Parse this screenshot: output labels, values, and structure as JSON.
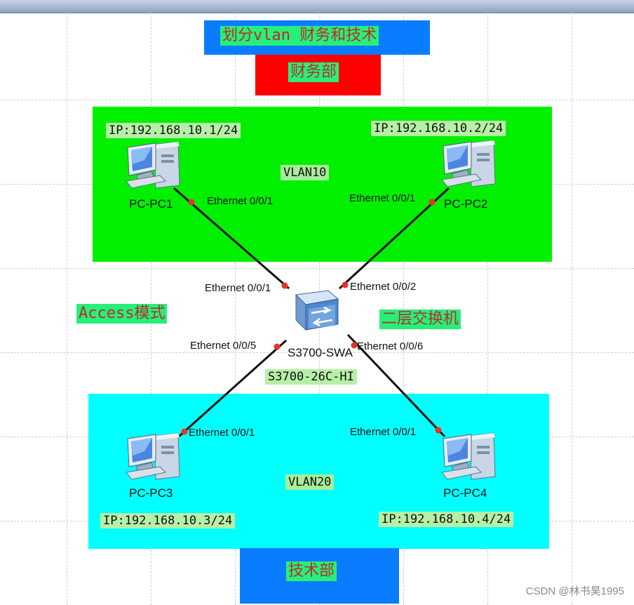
{
  "title": "划分vlan  财务和技术",
  "dept_finance": "财务部",
  "dept_tech": "技术部",
  "vlan10_label": "VLAN10",
  "vlan20_label": "VLAN20",
  "mode_label": "Access模式",
  "switch_type_label": "二层交换机",
  "switch": {
    "name": "S3700-SWA",
    "model": "S3700-26C-HI",
    "icon": "switch-icon"
  },
  "pcs": [
    {
      "name": "PC-PC1",
      "ip": "IP:192.168.10.1/24",
      "port": "Ethernet 0/0/1",
      "icon": "pc-icon"
    },
    {
      "name": "PC-PC2",
      "ip": "IP:192.168.10.2/24",
      "port": "Ethernet 0/0/1",
      "icon": "pc-icon"
    },
    {
      "name": "PC-PC3",
      "ip": "IP:192.168.10.3/24",
      "port": "Ethernet 0/0/1",
      "icon": "pc-icon"
    },
    {
      "name": "PC-PC4",
      "ip": "IP:192.168.10.4/24",
      "port": "Ethernet 0/0/1",
      "icon": "pc-icon"
    }
  ],
  "switch_ports": [
    "Ethernet 0/0/1",
    "Ethernet 0/0/2",
    "Ethernet 0/0/5",
    "Ethernet 0/0/6"
  ],
  "watermark": "CSDN @林书昊1995",
  "colors": {
    "vlan10_zone": "#00f000",
    "vlan20_zone": "#00ffff",
    "finance_header": "#ff0000",
    "tech_header": "#0a7cff",
    "title_box": "#0a7cff",
    "label_green": "#26f07a",
    "link": "#111111",
    "port_dot": "#e8322a"
  }
}
